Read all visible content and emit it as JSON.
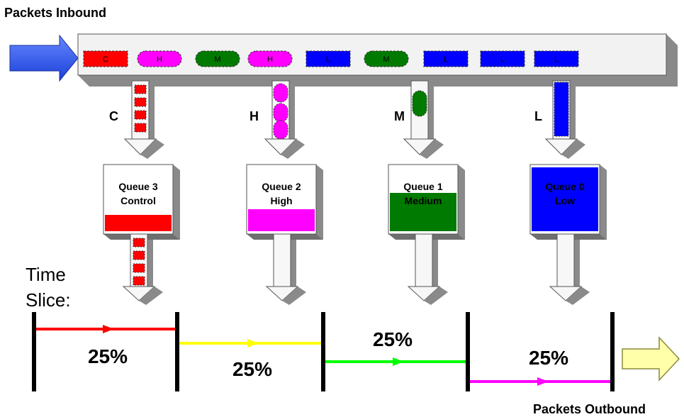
{
  "title_inbound": "Packets Inbound",
  "title_outbound": "Packets Outbound",
  "packets": [
    {
      "label": "C",
      "shape": "rect",
      "color": "#ff0000"
    },
    {
      "label": "H",
      "shape": "pill",
      "color": "#ff00ff"
    },
    {
      "label": "M",
      "shape": "pill",
      "color": "#007a00"
    },
    {
      "label": "H",
      "shape": "pill",
      "color": "#ff00ff"
    },
    {
      "label": "L",
      "shape": "rect",
      "color": "#0000ff"
    },
    {
      "label": "M",
      "shape": "pill",
      "color": "#007a00"
    },
    {
      "label": "L",
      "shape": "rect",
      "color": "#0000ff"
    },
    {
      "label": "L",
      "shape": "rect",
      "color": "#0000ff"
    },
    {
      "label": "L",
      "shape": "rect",
      "color": "#0000ff"
    }
  ],
  "branches": [
    {
      "letter": "C",
      "color": "#ff0000"
    },
    {
      "letter": "H",
      "color": "#ff00ff"
    },
    {
      "letter": "M",
      "color": "#007a00"
    },
    {
      "letter": "L",
      "color": "#0000ff"
    }
  ],
  "queues": [
    {
      "name": "Queue 3",
      "priority": "Control",
      "color": "#ff0000",
      "fill_level": 0.25
    },
    {
      "name": "Queue 2",
      "priority": "High",
      "color": "#ff00ff",
      "fill_level": 0.35
    },
    {
      "name": "Queue 1",
      "priority": "Medium",
      "color": "#007a00",
      "fill_level": 0.6
    },
    {
      "name": "Queue 0",
      "priority": "Low",
      "color": "#0000ff",
      "fill_level": 1.0
    }
  ],
  "time_slice": {
    "label_line1": "Time",
    "label_line2": "Slice:",
    "segments": [
      {
        "percent": "25%",
        "color": "#ff0000"
      },
      {
        "percent": "25%",
        "color": "#ffff00"
      },
      {
        "percent": "25%",
        "color": "#00ff00"
      },
      {
        "percent": "25%",
        "color": "#ff00ff"
      }
    ]
  },
  "colors": {
    "inbound_arrow": "#3366ff",
    "outbound_arrow": "#ffffaa",
    "pipe_face": "#f2f2f2",
    "pipe_shadow": "#7f7f7f"
  }
}
